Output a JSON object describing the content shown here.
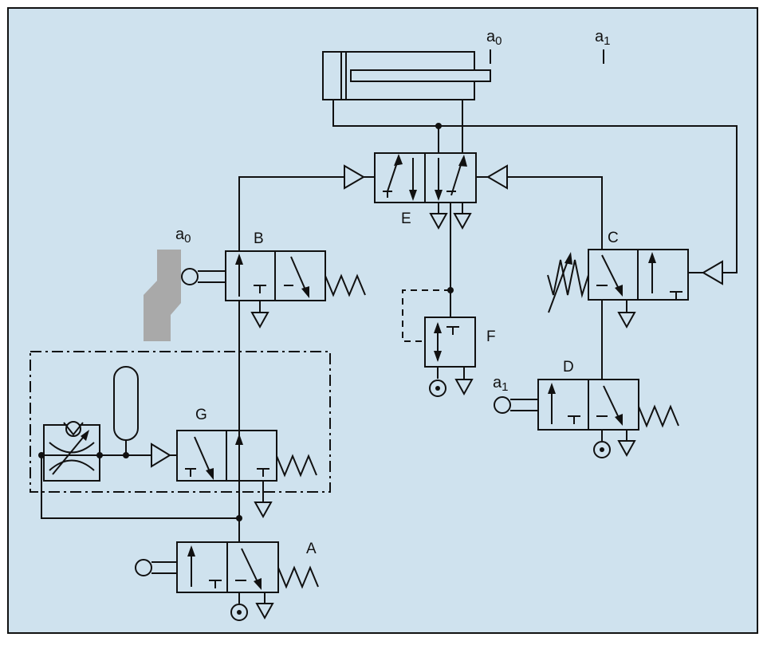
{
  "labels": {
    "cyl_a0": "a",
    "cyl_a0_sub": "0",
    "cyl_a1": "a",
    "cyl_a1_sub": "1",
    "valve_b_sensor": "a",
    "valve_b_sensor_sub": "0",
    "valve_d_sensor": "a",
    "valve_d_sensor_sub": "1",
    "valve_a": "A",
    "valve_b": "B",
    "valve_c": "C",
    "valve_d": "D",
    "valve_e": "E",
    "valve_f": "F",
    "valve_g": "G"
  },
  "colors": {
    "background": "#cfe2ee",
    "line": "#111111",
    "cam": "#a9a9a9"
  }
}
